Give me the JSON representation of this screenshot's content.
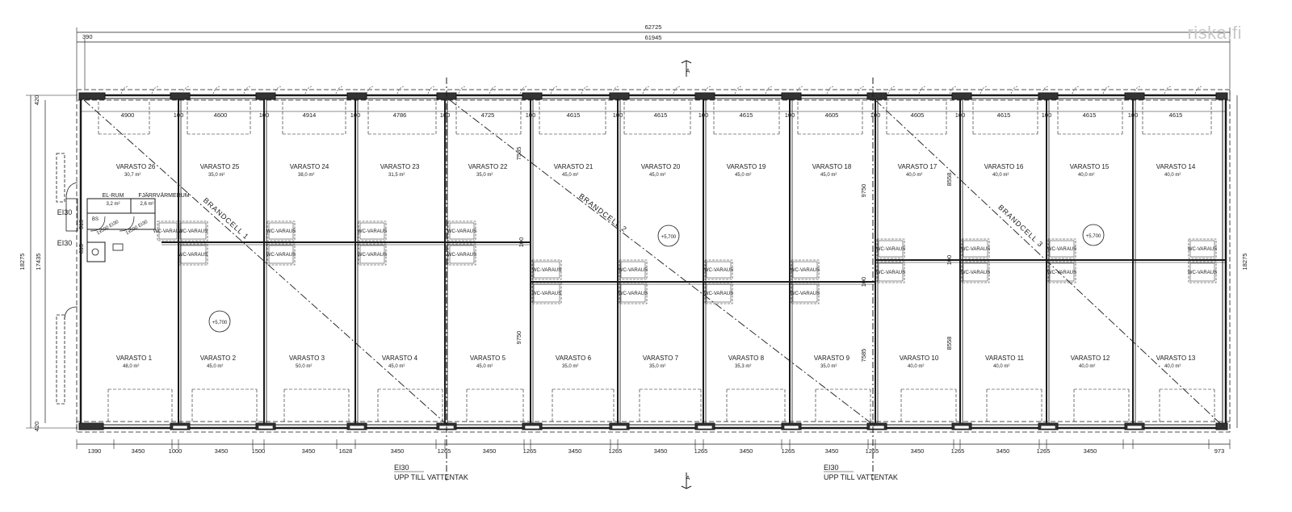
{
  "watermark": "riska.fi",
  "colors": {
    "line": "#1a1a1a",
    "wall": "#222222",
    "light": "#555555"
  },
  "top_dims": {
    "overall": "62725",
    "inner": "61945",
    "left_offset": "390"
  },
  "section_marker": "A",
  "top_room_dims": [
    "4900",
    "100",
    "4600",
    "100",
    "4914",
    "100",
    "4786",
    "100",
    "4725",
    "100",
    "4615",
    "100",
    "4615",
    "100",
    "4615",
    "100",
    "4605",
    "100",
    "4605",
    "100",
    "4615",
    "100",
    "4615",
    "100",
    "4615"
  ],
  "bottom_dims": [
    "1390",
    "3450",
    "1000",
    "3450",
    "1500",
    "3450",
    "1628",
    "3450",
    "1265",
    "3450",
    "1265",
    "3450",
    "1265",
    "3450",
    "1265",
    "3450",
    "1265",
    "3450",
    "1265",
    "3450",
    "1265",
    "3450",
    "1265",
    "3450",
    "973"
  ],
  "left_dims": {
    "outer": "18275",
    "inner": "17435",
    "top_small": "420",
    "bottom_small": "420"
  },
  "right_dim": "18275",
  "vertical_dims": {
    "d7585_top": "7585",
    "d9750_bottom": "9750",
    "d9750_top": "9750",
    "d7585_bottom": "7585",
    "d8558_top": "8558",
    "d8558_bottom": "8558",
    "wall_100_a": "100",
    "wall_100_b": "100",
    "wall_100_c": "100",
    "door_515": "515",
    "door_815": "815"
  },
  "rooms_top": [
    {
      "name": "VARASTO 26",
      "area": "30,7 m²"
    },
    {
      "name": "VARASTO 25",
      "area": "35,0 m²"
    },
    {
      "name": "VARASTO 24",
      "area": "38,0 m²"
    },
    {
      "name": "VARASTO 23",
      "area": "31,5 m²"
    },
    {
      "name": "VARASTO 22",
      "area": "35,0 m²"
    },
    {
      "name": "VARASTO 21",
      "area": "45,0 m²"
    },
    {
      "name": "VARASTO 20",
      "area": "45,0 m²"
    },
    {
      "name": "VARASTO 19",
      "area": "45,0 m²"
    },
    {
      "name": "VARASTO 18",
      "area": "45,0 m²"
    },
    {
      "name": "VARASTO 17",
      "area": "40,0 m²"
    },
    {
      "name": "VARASTO 16",
      "area": "40,0 m²"
    },
    {
      "name": "VARASTO 15",
      "area": "40,0 m²"
    },
    {
      "name": "VARASTO 14",
      "area": "40,0 m²"
    }
  ],
  "rooms_bottom": [
    {
      "name": "VARASTO 1",
      "area": "48,0 m²"
    },
    {
      "name": "VARASTO 2",
      "area": "45,0 m²"
    },
    {
      "name": "VARASTO 3",
      "area": "50,0 m²"
    },
    {
      "name": "VARASTO 4",
      "area": "45,0 m²"
    },
    {
      "name": "VARASTO 5",
      "area": "45,0 m²"
    },
    {
      "name": "VARASTO 6",
      "area": "35,0 m²"
    },
    {
      "name": "VARASTO 7",
      "area": "35,0 m²"
    },
    {
      "name": "VARASTO 8",
      "area": "35,3 m²"
    },
    {
      "name": "VARASTO 9",
      "area": "35,0 m²"
    },
    {
      "name": "VARASTO 10",
      "area": "40,0 m²"
    },
    {
      "name": "VARASTO 11",
      "area": "40,0 m²"
    },
    {
      "name": "VARASTO 12",
      "area": "40,0 m²"
    },
    {
      "name": "VARASTO 13",
      "area": "40,0 m²"
    }
  ],
  "tech_rooms": {
    "el_rum": {
      "name": "EL-RUM",
      "area": "3,2 m²"
    },
    "fjarrvarme": {
      "name": "FJÄRRVÄRMERUM",
      "area": "2,6 m²"
    },
    "bs": "BS",
    "door_label_1": "1x500 EI30",
    "door_label_2": "1x500 EI30"
  },
  "ei30_left": [
    "EI30",
    "EI30"
  ],
  "wc_label": "WC-VARAUS",
  "brandcells": [
    "BRANDCELL 1",
    "BRANDCELL 2",
    "BRANDCELL 3"
  ],
  "levels": [
    "+5,700",
    "+5,700",
    "+5,700"
  ],
  "fire_notes": [
    {
      "line1": "EI30",
      "line2": "UPP TILL VATTENTAK"
    },
    {
      "line1": "EI30",
      "line2": "UPP TILL VATTENTAK"
    }
  ]
}
